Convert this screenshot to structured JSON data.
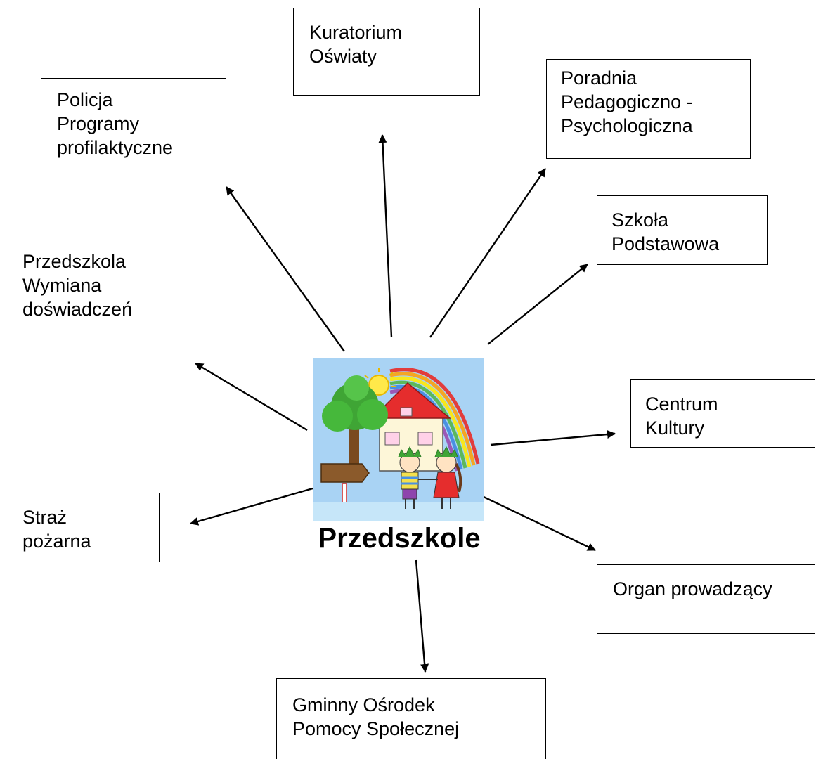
{
  "center": {
    "label": "Przedszkole",
    "image": "kindergarten-illustration"
  },
  "nodes": [
    {
      "id": "kuratorium",
      "lines": [
        "Kuratorium",
        "Oświaty"
      ]
    },
    {
      "id": "policja",
      "lines": [
        "Policja",
        "Programy",
        "profilaktyczne"
      ]
    },
    {
      "id": "poradnia",
      "lines": [
        "Poradnia",
        "Pedagogiczno -",
        "Psychologiczna"
      ]
    },
    {
      "id": "szkola",
      "lines": [
        "Szkoła",
        "Podstawowa"
      ]
    },
    {
      "id": "przedszkola",
      "lines": [
        "Przedszkola",
        "Wymiana",
        "doświadczeń"
      ]
    },
    {
      "id": "centrum",
      "lines": [
        "Centrum",
        "Kultury"
      ]
    },
    {
      "id": "straz",
      "lines": [
        "Straż",
        "pożarna"
      ]
    },
    {
      "id": "organ",
      "lines": [
        "Organ prowadzący"
      ]
    },
    {
      "id": "gops",
      "lines": [
        "Gminny Ośrodek",
        "Pomocy Społecznej"
      ]
    }
  ]
}
